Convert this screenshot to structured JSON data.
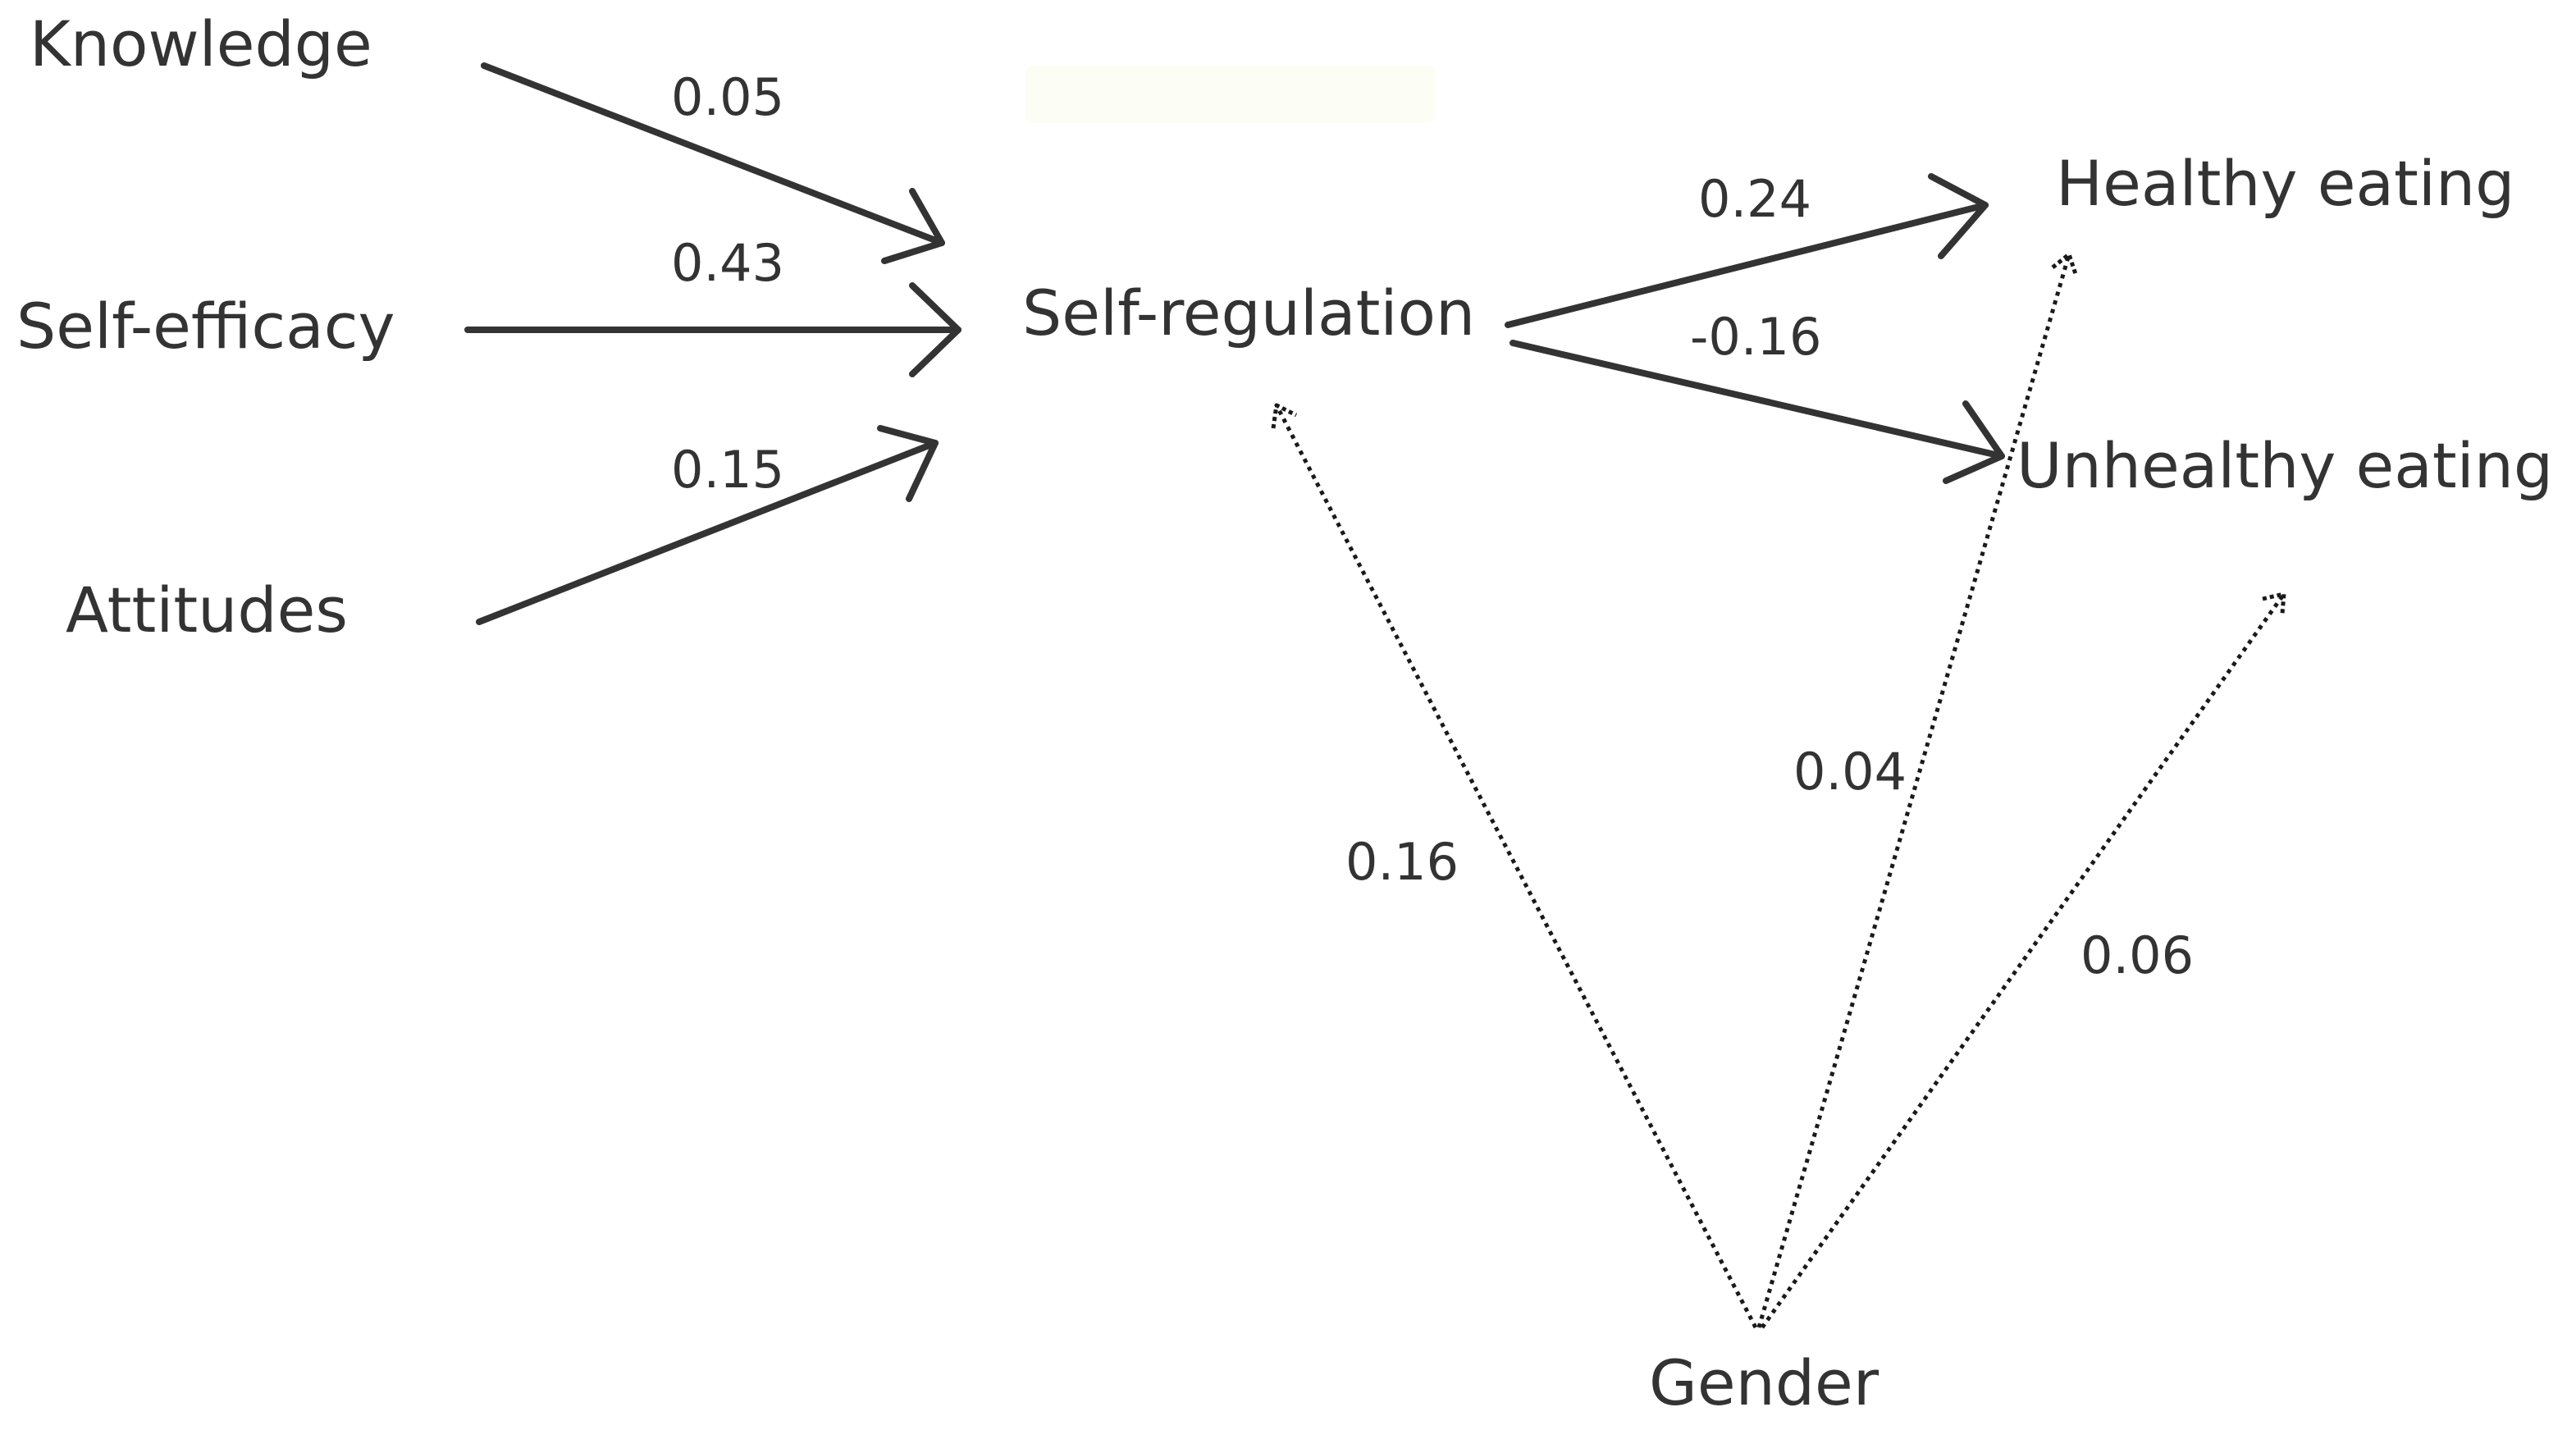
{
  "nodes": {
    "knowledge": "Knowledge",
    "self_efficacy": "Self-efficacy",
    "attitudes": "Attitudes",
    "self_regulation": "Self-regulation",
    "healthy_eating": "Healthy eating",
    "unhealthy_eating": "Unhealthy eating",
    "gender": "Gender"
  },
  "paths": {
    "knowledge_to_selfreg": "0.05",
    "efficacy_to_selfreg": "0.43",
    "attitudes_to_selfreg": "0.15",
    "selfreg_to_healthy": "0.24",
    "selfreg_to_unhealthy": "-0.16",
    "gender_to_selfreg": "0.16",
    "gender_to_healthy": "0.04",
    "gender_to_unhealthy": "0.06"
  },
  "colors": {
    "text": "#333333",
    "solid_arrow": "#333333",
    "dotted_arrow": "#1a1a1a",
    "background": "#ffffff"
  }
}
